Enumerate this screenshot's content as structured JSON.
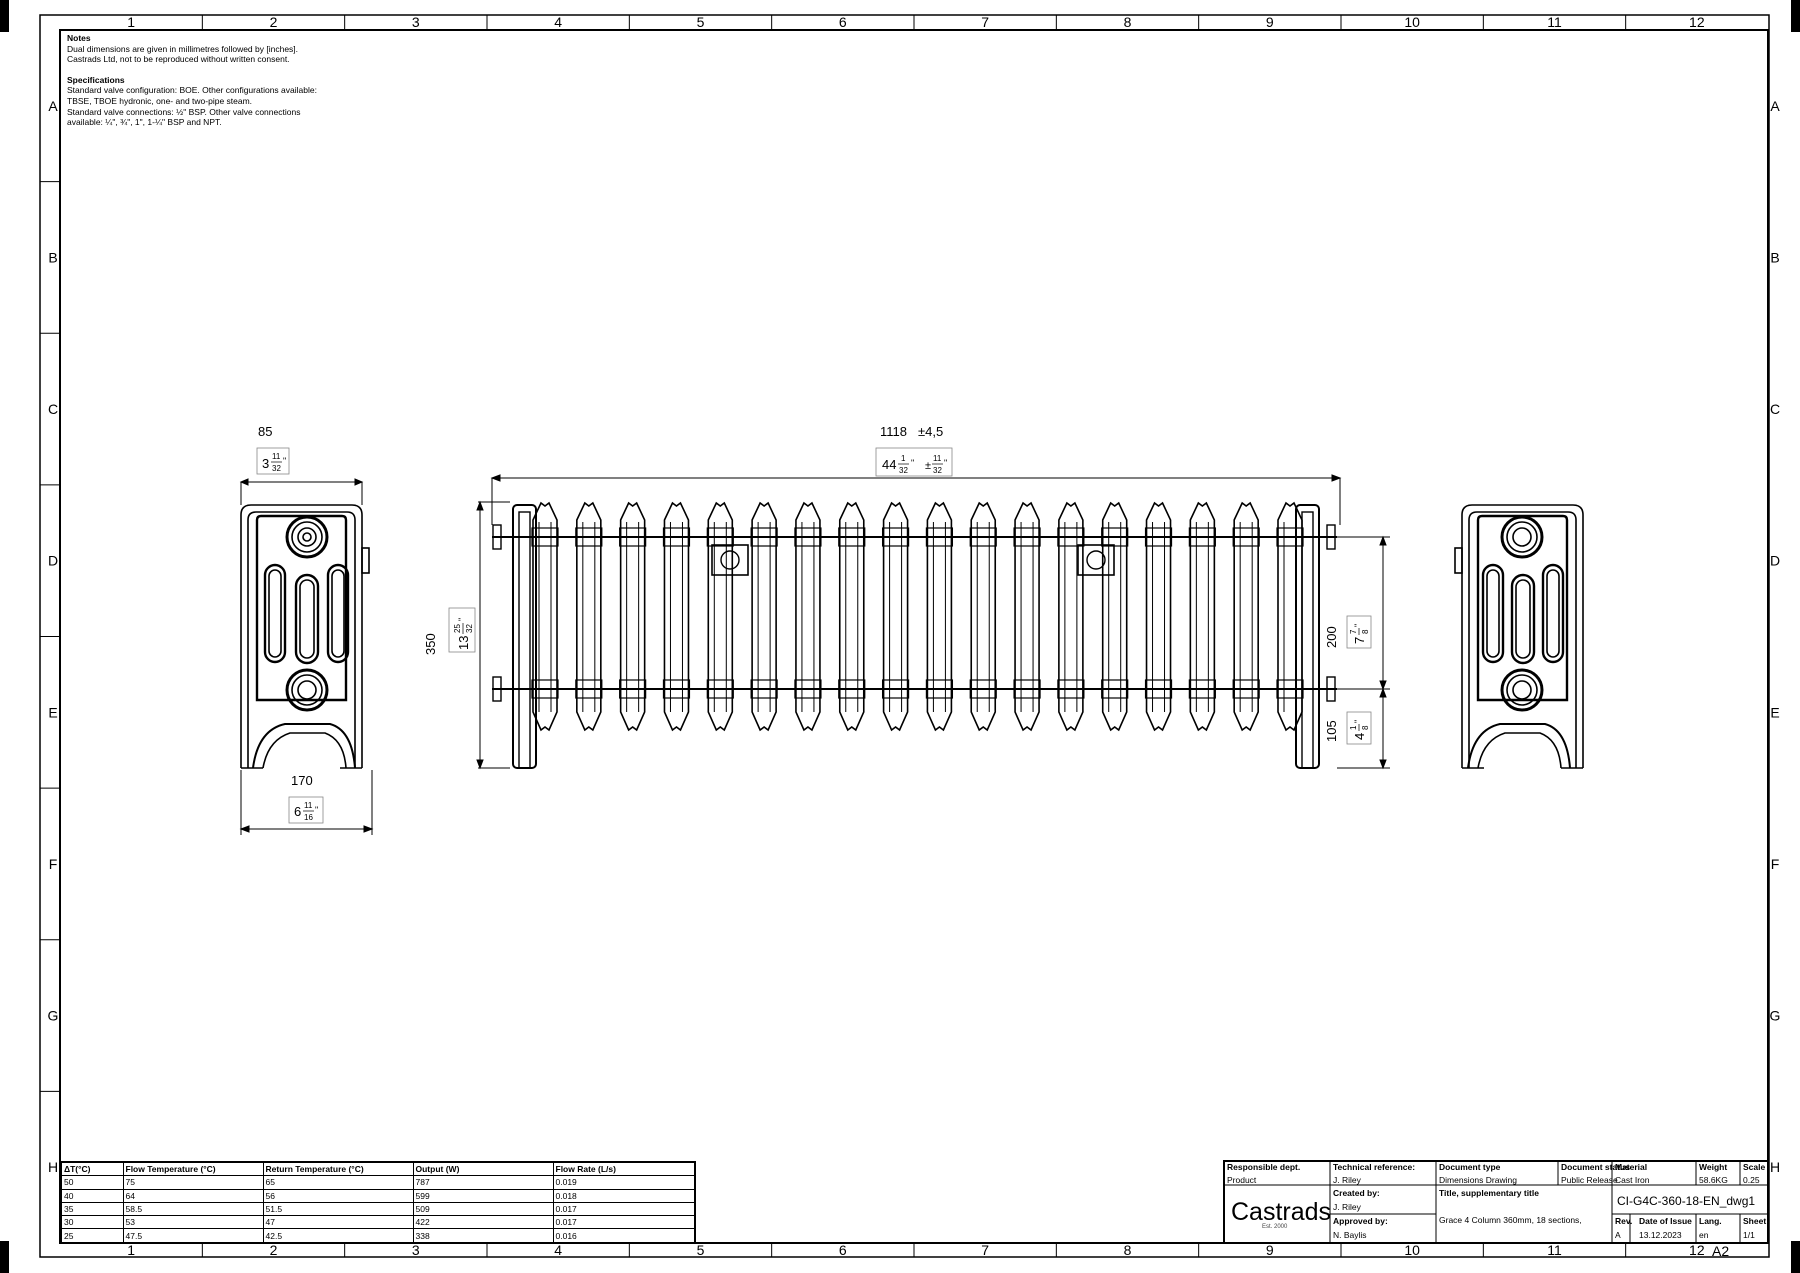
{
  "grid": {
    "columns": [
      "1",
      "2",
      "3",
      "4",
      "5",
      "6",
      "7",
      "8",
      "9",
      "10",
      "11",
      "12"
    ],
    "rows": [
      "A",
      "B",
      "C",
      "D",
      "E",
      "F",
      "G",
      "H"
    ]
  },
  "notes": {
    "heading": "Notes",
    "lines": [
      "Dual dimensions are given in millimetres followed by [inches].",
      "Castrads Ltd, not to be reproduced without written consent."
    ],
    "spec_heading": "Specifications",
    "spec_lines": [
      "Standard valve configuration: BOE. Other configurations available:",
      "TBSE, TBOE hydronic, one- and two-pipe steam.",
      "Standard valve connections: ½\" BSP. Other valve connections",
      "available: ¼\", ¾\", 1\", 1-¼\" BSP and NPT."
    ]
  },
  "dimensions": {
    "depth_mm": "85",
    "depth_in_whole": "3",
    "depth_in_num": "11",
    "depth_in_den": "32",
    "length_mm": "1118",
    "length_tol_mm": "±4,5",
    "length_in_whole": "44",
    "length_in_num": "1",
    "length_in_den": "32",
    "length_tol_in_num": "11",
    "length_tol_in_den": "32",
    "height_mm": "350",
    "height_in_whole": "13",
    "height_in_num": "25",
    "height_in_den": "32",
    "centres_mm": "200",
    "centres_in_whole": "7",
    "centres_in_num": "7",
    "centres_in_den": "8",
    "floor_mm": "105",
    "floor_in_whole": "4",
    "floor_in_num": "1",
    "floor_in_den": "8",
    "foot_mm": "170",
    "foot_in_whole": "6",
    "foot_in_num": "11",
    "foot_in_den": "16",
    "sections": 18
  },
  "performance": {
    "headers": [
      "ΔT(°C)",
      "Flow Temperature (°C)",
      "Return Temperature (°C)",
      "Output (W)",
      "Flow Rate (L/s)"
    ],
    "rows": [
      [
        "50",
        "75",
        "65",
        "787",
        "0.019"
      ],
      [
        "40",
        "64",
        "56",
        "599",
        "0.018"
      ],
      [
        "35",
        "58.5",
        "51.5",
        "509",
        "0.017"
      ],
      [
        "30",
        "53",
        "47",
        "422",
        "0.017"
      ],
      [
        "25",
        "47.5",
        "42.5",
        "338",
        "0.016"
      ]
    ]
  },
  "title_block": {
    "responsible_dept_label": "Responsible dept.",
    "responsible_dept": "Product",
    "technical_reference_label": "Technical reference:",
    "technical_reference": "J. Riley",
    "document_type_label": "Document type",
    "document_type": "Dimensions Drawing",
    "document_status_label": "Document status",
    "document_status": "Public Release",
    "material_label": "Material",
    "material": "Cast Iron",
    "weight_label": "Weight",
    "weight": "58.6KG",
    "scale_label": "Scale",
    "scale": "0.25",
    "created_by_label": "Created by:",
    "created_by": "J. Riley",
    "approved_by_label": "Approved by:",
    "approved_by": "N. Baylis",
    "title_label": "Title, supplementary title",
    "title": "Grace 4 Column 360mm, 18 sections,",
    "document_id": "CI-G4C-360-18-EN_dwg1",
    "rev_label": "Rev.",
    "rev": "A",
    "date_label": "Date of Issue",
    "date": "13.12.2023",
    "lang_label": "Lang.",
    "lang": "en",
    "sheet_label": "Sheet",
    "sheet": "1/1",
    "logo": "Castrads",
    "logo_sub": "Est. 2000",
    "paper_size": "A2"
  }
}
